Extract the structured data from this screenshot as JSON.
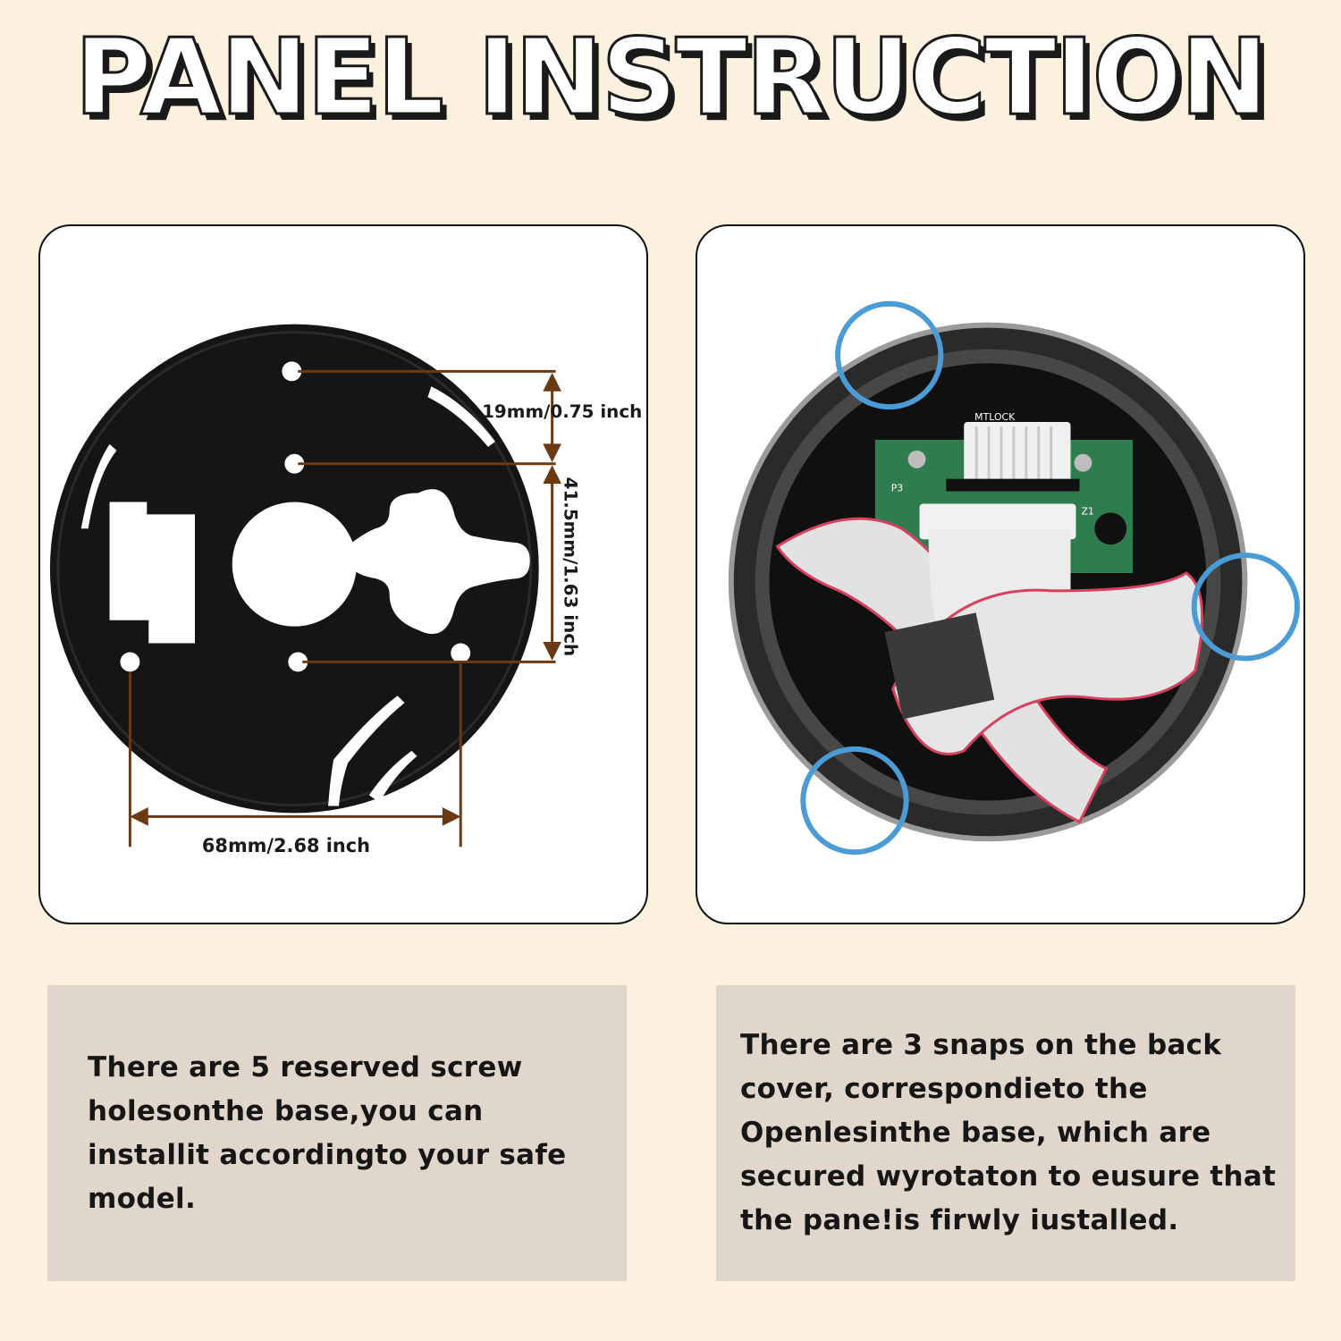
{
  "title": "PANEL INSTRUCTION",
  "left_panel": {
    "dimensions": {
      "top_spacing": "19mm/0.75 inch",
      "vertical_spacing": "41.5mm/1.63 inch",
      "horizontal_spacing": "68mm/2.68 inch"
    },
    "dimension_line_color": "#6b3a12",
    "description": "There are 5 reserved screw holesonthe base,you can installit accordingto your safe model."
  },
  "right_panel": {
    "board_label": "MTLOCK",
    "connector_labels": [
      "P3",
      "Z1"
    ],
    "highlight_color": "#4a9bd6",
    "description": "There are 3 snaps on the back cover, correspondieto the Openlesinthe base, which are secured wyrotaton to eusure that the pane!is firwly iustalled."
  }
}
